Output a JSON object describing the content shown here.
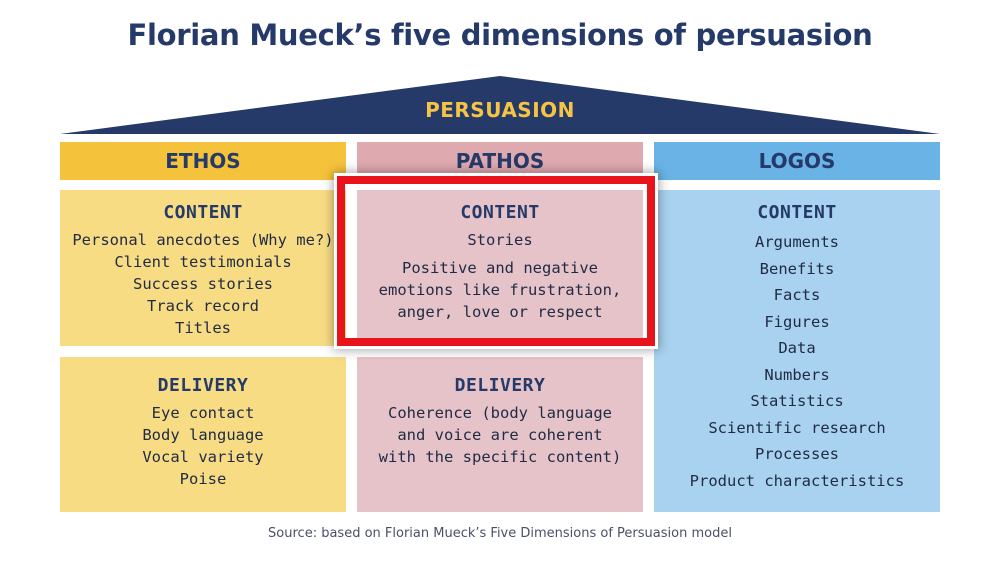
{
  "title": "Florian Mueck’s five dimensions of persuasion",
  "roof_label": "PERSUASION",
  "colors": {
    "navy": "#253a68",
    "roof_text": "#f6c445",
    "ethos_header": "#f5c33b",
    "ethos_body": "#f8dc84",
    "pathos_header": "#dfa9b0",
    "pathos_body": "#e6c3c8",
    "logos_header": "#69b3e6",
    "logos_body": "#a8d2ef",
    "highlight": "#e8141b"
  },
  "columns": [
    {
      "name": "ETHOS",
      "content_heading": "CONTENT",
      "content_lines": [
        "Personal anecdotes (Why me?)",
        "Client testimonials",
        "Success stories",
        "Track record",
        "Titles"
      ],
      "delivery_heading": "DELIVERY",
      "delivery_lines": [
        "Eye contact",
        "Body language",
        "Vocal variety",
        "Poise"
      ]
    },
    {
      "name": "PATHOS",
      "content_heading": "CONTENT",
      "content_lines": [
        "Stories",
        "Positive and negative",
        "emotions like frustration,",
        "anger, love or respect"
      ],
      "delivery_heading": "DELIVERY",
      "delivery_lines": [
        "Coherence (body language",
        "and voice are coherent",
        "with the specific content)"
      ]
    },
    {
      "name": "LOGOS",
      "content_heading": "CONTENT",
      "content_lines": [
        "Arguments",
        "Benefits",
        "Facts",
        "Figures",
        "Data",
        "Numbers",
        "Statistics",
        "Scientific research",
        "Processes",
        "Product characteristics"
      ]
    }
  ],
  "source": "Source: based on Florian Mueck’s Five Dimensions of Persuasion model"
}
